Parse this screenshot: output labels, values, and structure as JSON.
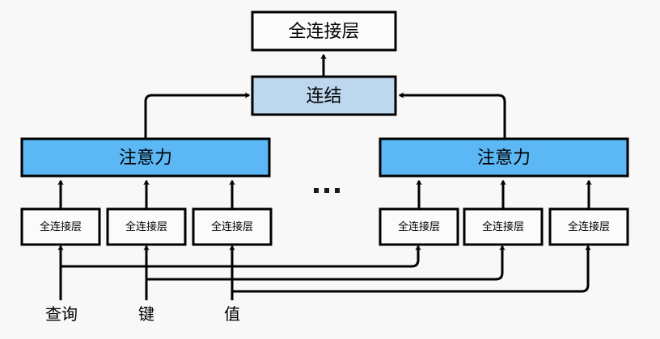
{
  "diagram": {
    "title": "multi-head-attention-architecture",
    "background_color": "#f8f8f8",
    "line_color": "#000000",
    "colors": {
      "attention_fill": "#5cb8f5",
      "concat_fill": "#bdd7ee",
      "plain_fill": "#fbfbfb",
      "stroke": "#000000"
    },
    "nodes": {
      "output_dense": {
        "label": "全连接层",
        "fill": "plain"
      },
      "concat": {
        "label": "连结",
        "fill": "concat"
      },
      "attention_left": {
        "label": "注意力",
        "fill": "attention"
      },
      "attention_right": {
        "label": "注意力",
        "fill": "attention"
      },
      "dense_q_left": {
        "label": "全连接层",
        "fill": "plain"
      },
      "dense_k_left": {
        "label": "全连接层",
        "fill": "plain"
      },
      "dense_v_left": {
        "label": "全连接层",
        "fill": "plain"
      },
      "dense_q_right": {
        "label": "全连接层",
        "fill": "plain"
      },
      "dense_k_right": {
        "label": "全连接层",
        "fill": "plain"
      },
      "dense_v_right": {
        "label": "全连接层",
        "fill": "plain"
      }
    },
    "inputs": {
      "query": "查询",
      "key": "键",
      "value": "值"
    },
    "ellipsis": "...",
    "ellipsis_dot_count": 3
  }
}
